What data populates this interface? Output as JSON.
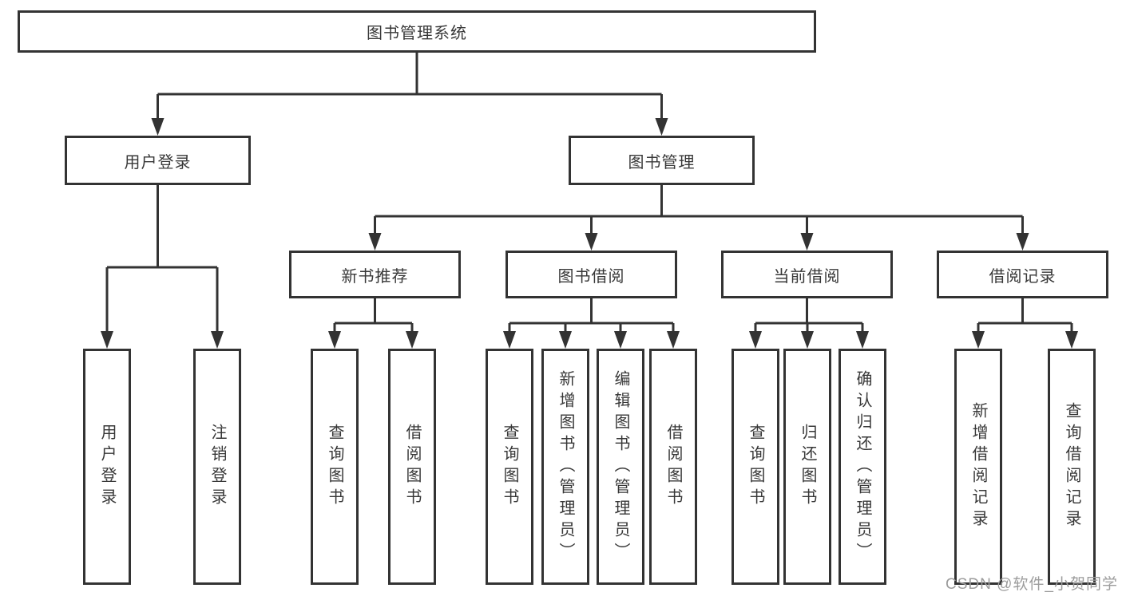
{
  "tree": {
    "root": {
      "label": "图书管理系统",
      "children": [
        {
          "label": "用户登录",
          "children": [
            {
              "label": "用户登录"
            },
            {
              "label": "注销登录"
            }
          ]
        },
        {
          "label": "图书管理",
          "children": [
            {
              "label": "新书推荐",
              "children": [
                {
                  "label": "查询图书"
                },
                {
                  "label": "借阅图书"
                }
              ]
            },
            {
              "label": "图书借阅",
              "children": [
                {
                  "label": "查询图书"
                },
                {
                  "label": "新增图书（管理员）"
                },
                {
                  "label": "编辑图书（管理员）"
                },
                {
                  "label": "借阅图书"
                }
              ]
            },
            {
              "label": "当前借阅",
              "children": [
                {
                  "label": "查询图书"
                },
                {
                  "label": "归还图书"
                },
                {
                  "label": "确认归还（管理员）"
                }
              ]
            },
            {
              "label": "借阅记录",
              "children": [
                {
                  "label": "新增借阅记录"
                },
                {
                  "label": "查询借阅记录"
                }
              ]
            }
          ]
        }
      ]
    }
  },
  "watermark": {
    "text": "CSDN @软件_小贺同学"
  },
  "colors": {
    "line": "#333333",
    "box_border": "#333333",
    "text": "#383838",
    "background": "#ffffff",
    "watermark": "#9c9c9c"
  }
}
